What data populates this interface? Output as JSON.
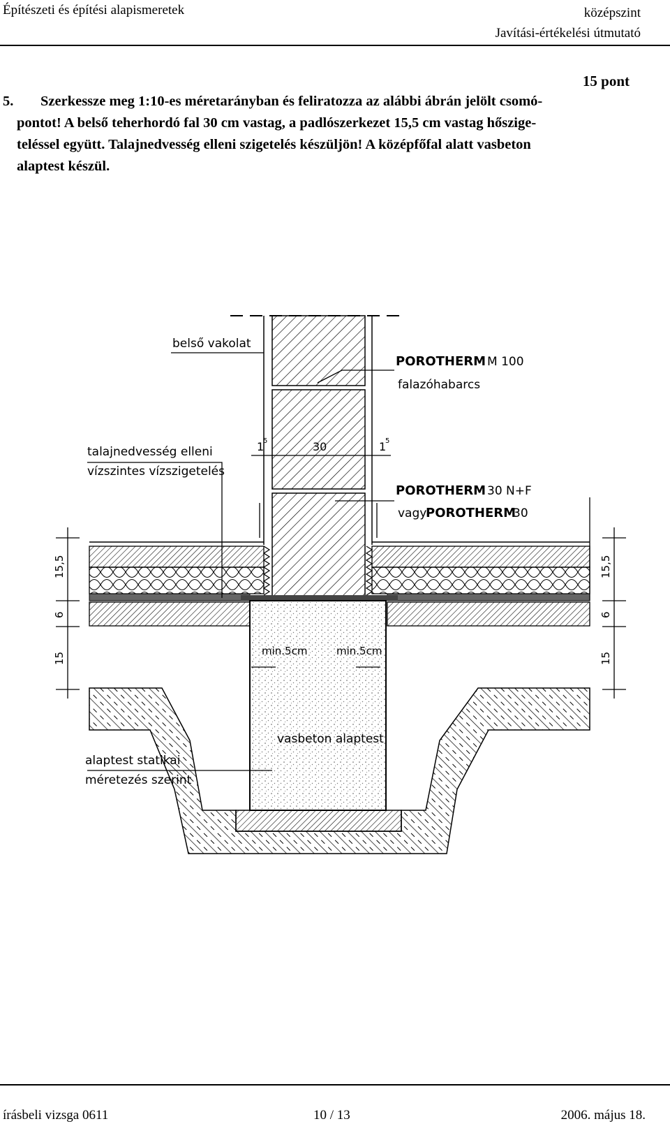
{
  "header": {
    "subject": "Építészeti és építési alapismeretek",
    "level": "középszint",
    "guide": "Javítási-értékelési útmutató"
  },
  "task": {
    "points": "15 pont",
    "number": "5.",
    "line1": "Szerkessze meg 1:10-es méretarányban és feliratozza az alábbi ábrán jelölt csomó-",
    "line2": "pontot! A belső teherhordó fal 30 cm vastag, a padlószerkezet 15,5 cm vastag hőszige-",
    "line3": "teléssel együtt. Talajnedvesség elleni szigetelés készüljön! A középfőfal alatt vasbeton",
    "line4": "alaptest készül."
  },
  "drawing": {
    "labels": {
      "plaster": "belső vakolat",
      "brand1": "POROTHERM",
      "brand1_suffix": "M 100",
      "mortar": "falazóhabarcs",
      "moisture1": "talajnedvesség elleni",
      "moisture2": "vízszintes vízszigetelés",
      "brand2": "POROTHERM",
      "brand2_suffix": "30 N+F",
      "or": "vagy",
      "brand3": "POROTHERM",
      "brand3_suffix": "30",
      "min_left": "min.5cm",
      "min_right": "min.5cm",
      "footing": "vasbeton alaptest",
      "statics1": "alaptest statikai",
      "statics2": "méretezés szerint"
    },
    "dimensions": {
      "render_left": "1",
      "render_left_sup": "5",
      "wall": "30",
      "render_right": "1",
      "render_right_sup": "5",
      "floor_left": "15,5",
      "sub_left": "6",
      "gravel_left": "15",
      "floor_right": "15,5",
      "sub_right": "6",
      "gravel_right": "15"
    }
  },
  "footer": {
    "exam": "írásbeli vizsga 0611",
    "page": "10 / 13",
    "date": "2006. május 18."
  }
}
